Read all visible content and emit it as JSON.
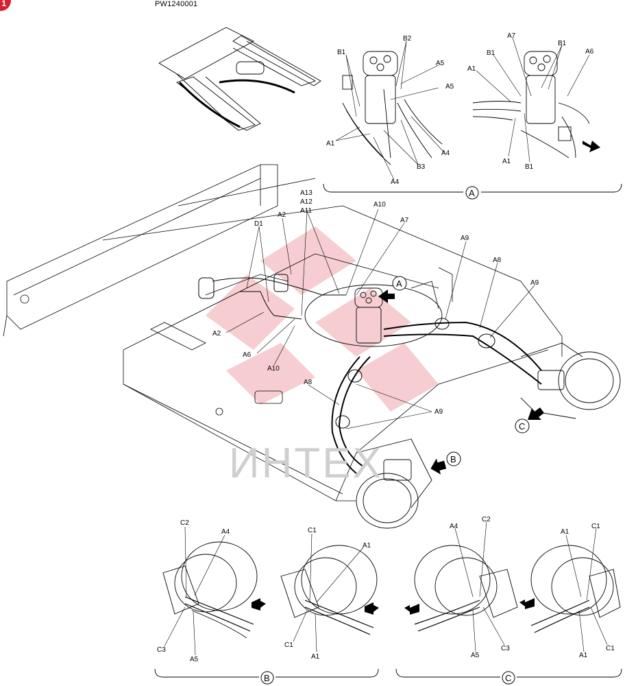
{
  "header": {
    "code": "PW1240001",
    "page_marker": "1"
  },
  "watermark": {
    "text": "ИНТЕХ",
    "color": "#d7222e"
  },
  "views": {
    "A": "A",
    "B": "B",
    "C": "C"
  },
  "labels": {
    "detailA1": {
      "B1": "B1",
      "B2": "B2",
      "A5a": "A5",
      "A5b": "A5",
      "A1": "A1",
      "A4a": "A4",
      "A4b": "A4",
      "B3": "B3"
    },
    "detailA2": {
      "A7": "A7",
      "B1a": "B1",
      "B1b": "B1",
      "A6": "A6",
      "A1a": "A1",
      "A1b": "A1"
    },
    "main": {
      "A13": "A13",
      "A12": "A12",
      "A11": "A11",
      "A10a": "A10",
      "A10b": "A10",
      "D1": "D1",
      "A2a": "A2",
      "A2b": "A2",
      "A7": "A7",
      "A9a": "A9",
      "A9b": "A9",
      "A9c": "A9",
      "A8a": "A8",
      "A8b": "A8",
      "A6": "A6"
    },
    "detailB1": {
      "C2": "C2",
      "A4": "A4",
      "C3": "C3",
      "A5": "A5"
    },
    "detailB2": {
      "C1a": "C1",
      "C1b": "C1",
      "A1a": "A1",
      "A1b": "A1"
    },
    "detailC1": {
      "A4": "A4",
      "C2": "C2",
      "A5": "A5",
      "C3": "C3"
    },
    "detailC2": {
      "A1a": "A1",
      "A1b": "A1",
      "C1a": "C1",
      "C1b": "C1"
    }
  }
}
